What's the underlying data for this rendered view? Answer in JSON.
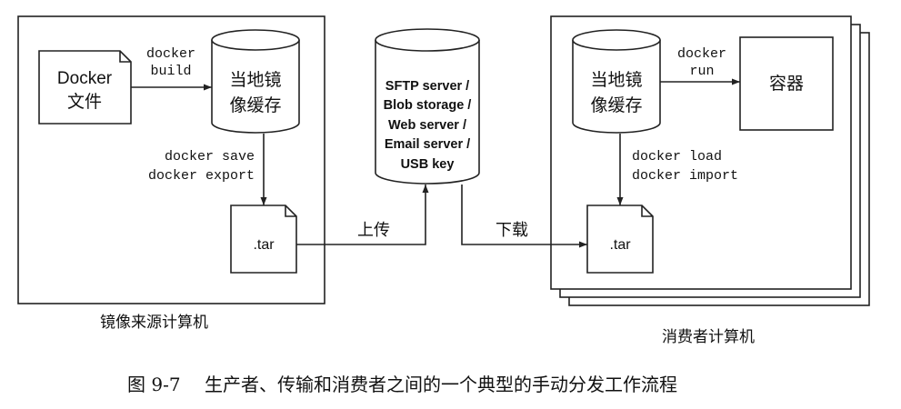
{
  "source_machine": {
    "label": "镜像来源计算机",
    "dockerfile_line1": "Docker",
    "dockerfile_line2": "文件",
    "build_cmd_line1": "docker",
    "build_cmd_line2": "build",
    "cache_line1": "当地镜",
    "cache_line2": "像缓存",
    "save_cmd": "docker save",
    "export_cmd": "docker export",
    "tar_label": ".tar"
  },
  "transfer": {
    "upload": "上传",
    "download": "下载",
    "storage_lines": [
      "SFTP server /",
      "Blob storage /",
      "Web server /",
      "Email server /",
      "USB key"
    ]
  },
  "consumer_machine": {
    "label": "消费者计算机",
    "cache_line1": "当地镜",
    "cache_line2": "像缓存",
    "run_cmd_line1": "docker",
    "run_cmd_line2": "run",
    "container": "容器",
    "load_cmd": "docker load",
    "import_cmd": "docker import",
    "tar_label": ".tar"
  },
  "caption": {
    "figure_number": "图 9-7",
    "text": "生产者、传输和消费者之间的一个典型的手动分发工作流程"
  },
  "colors": {
    "stroke": "#222222",
    "text": "#111111",
    "background": "#ffffff"
  }
}
